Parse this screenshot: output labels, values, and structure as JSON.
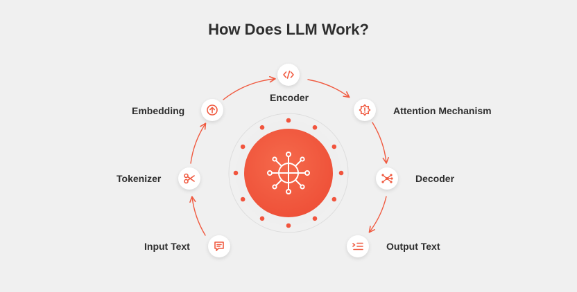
{
  "title": "How Does LLM Work?",
  "colors": {
    "accent": "#f05a40",
    "ring": "#f1543d",
    "background": "#f0f0f0",
    "text": "#2e2e2e"
  },
  "center": {
    "icon": "neural-network-icon"
  },
  "steps": [
    {
      "label": "Input Text",
      "icon": "message-icon"
    },
    {
      "label": "Tokenizer",
      "icon": "scissors-icon"
    },
    {
      "label": "Embedding",
      "icon": "upload-icon"
    },
    {
      "label": "Encoder",
      "icon": "code-icon"
    },
    {
      "label": "Attention Mechanism",
      "icon": "gear-icon"
    },
    {
      "label": "Decoder",
      "icon": "network-icon"
    },
    {
      "label": "Output Text",
      "icon": "list-icon"
    }
  ]
}
